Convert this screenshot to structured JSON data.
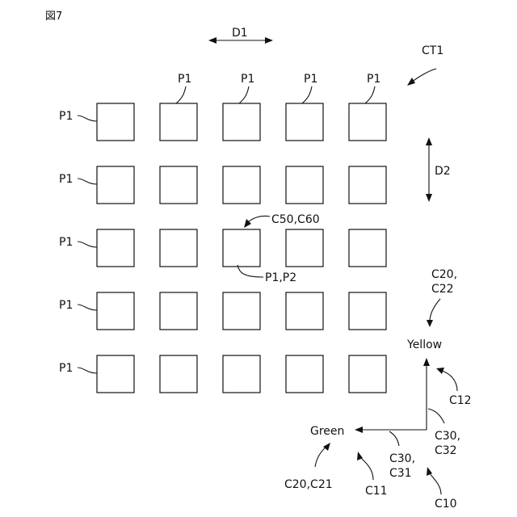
{
  "figure": {
    "number": "図7"
  },
  "grid": {
    "rows": 5,
    "cols": 5,
    "cell_label": "P1"
  },
  "labels": {
    "d1": "D1",
    "d2": "D2",
    "ct1": "CT1",
    "top_pixels": [
      "P1",
      "P1",
      "P1",
      "P1"
    ],
    "left_pixels": [
      "P1",
      "P1",
      "P1",
      "P1",
      "P1"
    ],
    "c50_c60": "C50,C60",
    "p1_p2": "P1,P2"
  },
  "color_axes": {
    "yellow": "Yellow",
    "green": "Green",
    "c20_c22": [
      "C20,",
      "C22"
    ],
    "c12": "C12",
    "c30_c32": [
      "C30,",
      "C32"
    ],
    "c30_c31": [
      "C30,",
      "C31"
    ],
    "c20_c21": "C20,C21",
    "c11": "C11",
    "c10": "C10"
  }
}
